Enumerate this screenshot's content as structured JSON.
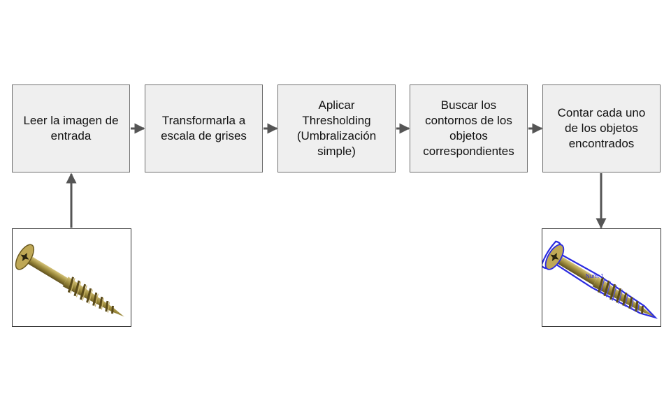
{
  "steps": [
    {
      "lines": [
        "Leer la imagen de",
        "entrada"
      ]
    },
    {
      "lines": [
        "Transformarla a",
        "escala de grises"
      ]
    },
    {
      "lines": [
        "Aplicar",
        "Thresholding",
        "(Umbralización",
        "simple)"
      ]
    },
    {
      "lines": [
        "Buscar los",
        "contornos de los",
        "objetos",
        "correspondientes"
      ]
    },
    {
      "lines": [
        "Contar cada uno",
        "de los objetos",
        "encontrados"
      ]
    }
  ],
  "output_image": {
    "annotation": "Num: 1",
    "contour_color": "#2a2ae0"
  },
  "colors": {
    "box_fill": "#efefef",
    "box_border": "#6f6f6f",
    "arrow": "#555555",
    "screw": "#9c8a3c"
  }
}
